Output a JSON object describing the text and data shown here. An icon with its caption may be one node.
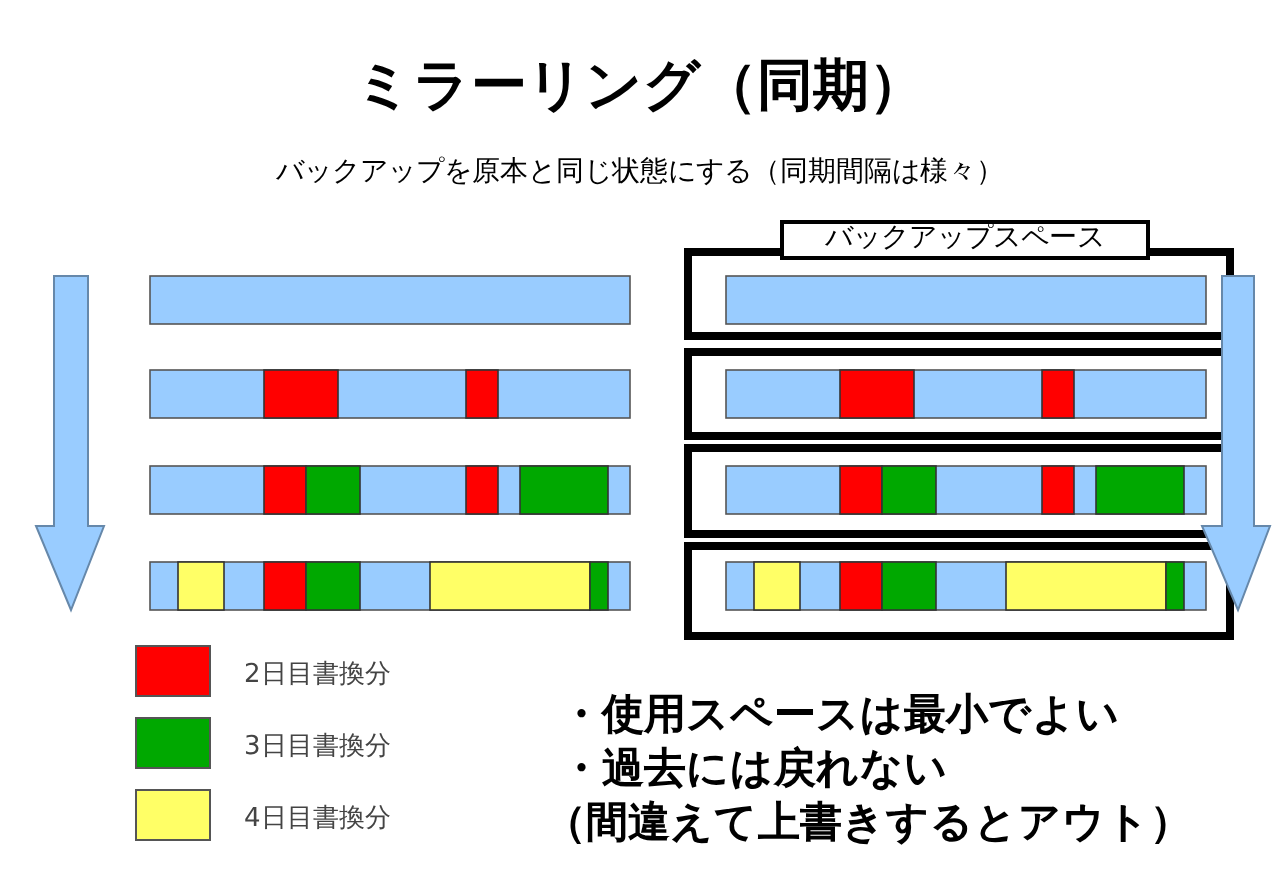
{
  "diagram": {
    "title": "ミラーリング（同期）",
    "nodes": [
      {
        "text": [
          "バックアップスペース"
        ]
      }
    ],
    "labels": [
      "バックアップを原本と同じ状態にする（同期間隔は様々）",
      "・使用スペースは最小でよい",
      "・過去には戻れない",
      "（間違えて上書きするとアウト）"
    ],
    "legend": [
      {
        "text": "2日目書換分",
        "color": "#ff0000"
      },
      {
        "text": "3日目書換分",
        "color": "#00a800"
      },
      {
        "text": "4日目書換分",
        "color": "#ffff66"
      }
    ]
  }
}
